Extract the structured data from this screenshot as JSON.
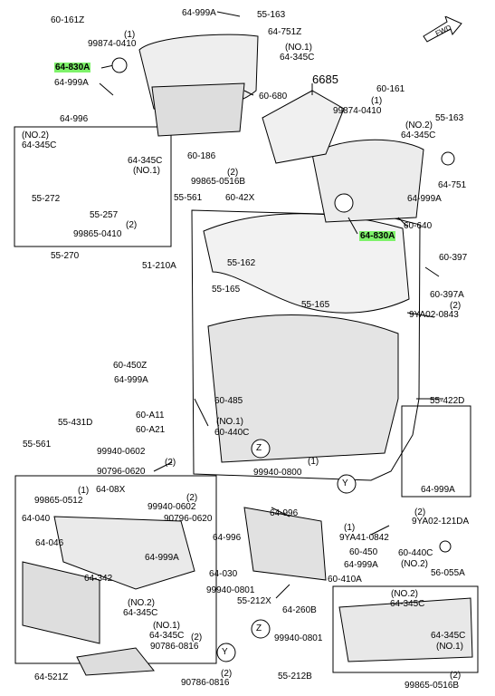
{
  "labels": {
    "l6016_1z": "60-161Z",
    "l1_a": "(1)",
    "l99874_1": "99874-0410",
    "l64830_1": "64-830A",
    "l64999_1": "64-999A",
    "l64999_top": "64-999A",
    "l55163_1": "55-163",
    "l64751_1": "64-751Z",
    "lno1_a": "(NO.1)",
    "l64345_1": "64-345C",
    "l6685": "6685",
    "l60680": "60-680",
    "l64996_1": "64-996",
    "lno2_a": "(NO.2)",
    "l64345_2": "64-345C",
    "l64345_3": "64-345C",
    "lno1_b": "(NO.1)",
    "l60186": "60-186",
    "l2_a": "(2)",
    "l99865_1": "99865-0516B",
    "l55272": "55-272",
    "l55257": "55-257",
    "l2_b": "(2)",
    "l99865_2": "99865-0410",
    "l55270": "55-270",
    "l55561_1": "55-561",
    "l5121": "51-210A",
    "l6042x": "60-42X",
    "l60161": "60-161",
    "l99874_2": "99874-0410",
    "lno2_b": "(NO.2)",
    "l64345_4": "64-345C",
    "l55163_2": "55-163",
    "l64751_2": "64-751",
    "l64999_2": "64-999A",
    "l64830_2": "64-830A",
    "l60640": "60-640",
    "l60397": "60-397",
    "l60397a": "60-397A",
    "l2_c": "(2)",
    "l9ya02": "9YA02-0843",
    "l55162": "55-162",
    "l55165_1": "55-165",
    "l55165_2": "55-165",
    "l60450z": "60-450Z",
    "l64999_3": "64-999A",
    "l60485": "60-485",
    "lno1_c": "(NO.1)",
    "l60440c_1": "60-440C",
    "l55422d": "55-422D",
    "l60a11": "60-A11",
    "l60a21": "60-A21",
    "l55431d": "55-431D",
    "l99940_1": "99940-0602",
    "l2_d": "(2)",
    "l90796_1": "90796-0620",
    "l55561_2": "55-561",
    "lz1": "Z",
    "ly1": "Y",
    "l1_b": "(1)",
    "l99940_2": "99940-0800",
    "l64999_4": "64-999A",
    "l1_c": "(1)",
    "l99865_3": "99865-0512",
    "l64008x": "64-08X",
    "l2_e": "(2)",
    "l99940_3": "99940-0602",
    "l90796_2": "90796-0620",
    "l64040": "64-040",
    "l64046": "64-046",
    "l64996_2": "64-996",
    "l64996_3": "64-996",
    "l1_d": "(1)",
    "l9ya41": "9YA41-0842",
    "l60450": "60-450",
    "l64999_5": "64-999A",
    "l1_e": "(1)",
    "l9ya02_121": "9YA02-121DA",
    "l60440c_2": "60-440C",
    "lno2_c": "(NO.2)",
    "l56055a": "56-055A",
    "l64999_6": "64-999A",
    "l64342": "64-342",
    "l64030": "64-030",
    "l60410a": "60-410A",
    "l99940_4": "99940-0801",
    "l55212x": "55-212X",
    "l2_f": "(2)",
    "lno2_d": "(NO.2)",
    "l64345_5": "64-345C",
    "l64260b": "64-260B",
    "lno2_e": "(NO.2)",
    "l64345_6": "64-345C",
    "lno1_d": "(NO.1)",
    "l64345_7": "64-345C",
    "l90786_1": "90786-0816",
    "lz2": "Z",
    "l99940_5": "99940-0801",
    "l64345_8": "64-345C",
    "lno1_e": "(NO.1)",
    "ly2": "Y",
    "l64521z": "64-521Z",
    "l2_g": "(2)",
    "l90786_2": "90786-0816",
    "l55212b": "55-212B",
    "l99865_4": "99865-0516B",
    "l2_h": "(2)",
    "l2_i": "(2)",
    "lfwd": "FWD"
  },
  "colors": {
    "highlight": "#7ef26a",
    "line": "#000000"
  }
}
